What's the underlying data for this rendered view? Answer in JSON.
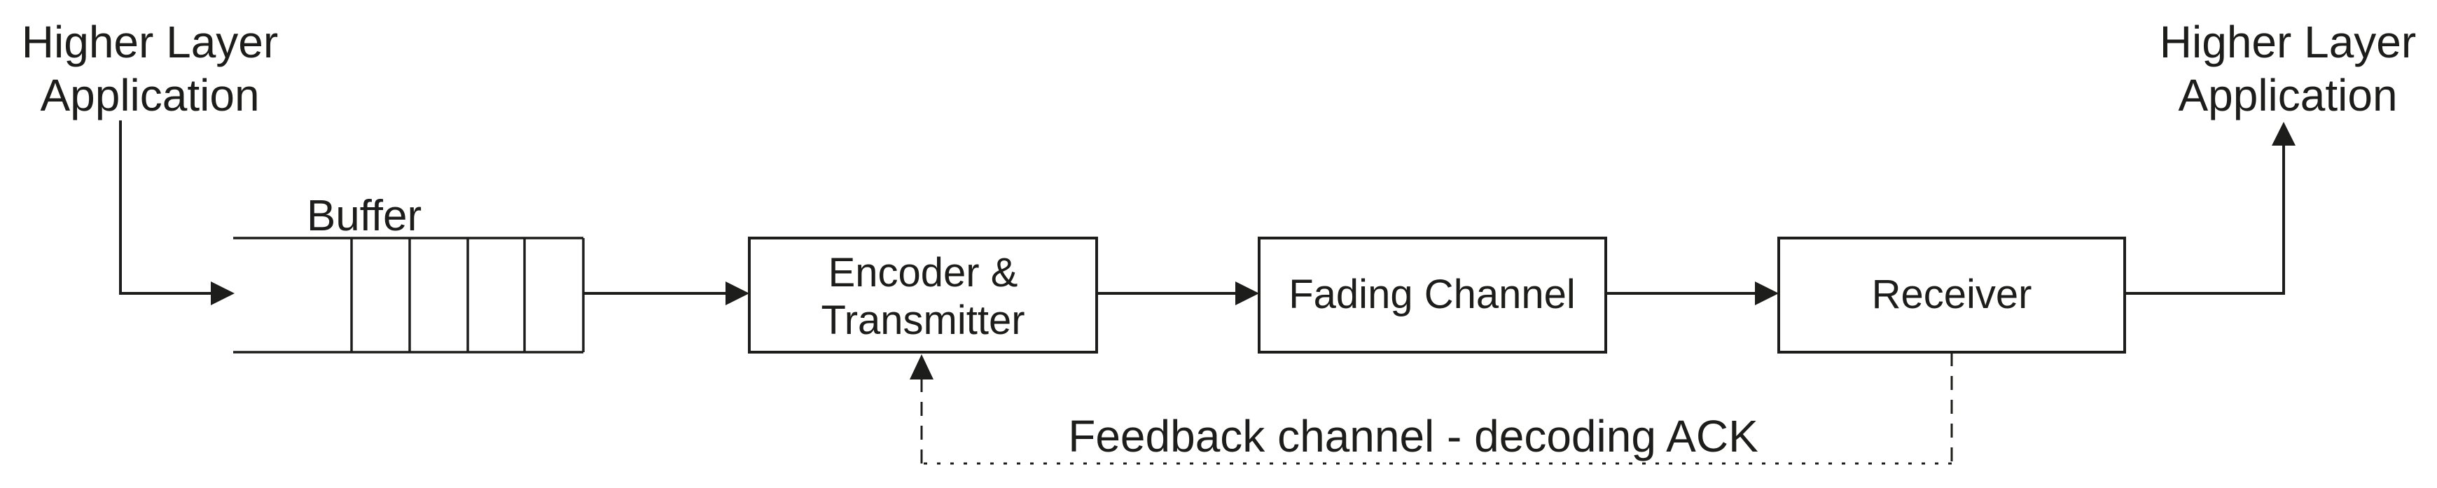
{
  "figure": {
    "background": "#ffffff",
    "ink_color": "#1d1d1b",
    "left_app": {
      "line1": "Higher Layer",
      "line2": "Application"
    },
    "buffer": {
      "label": "Buffer",
      "cell_count": 4
    },
    "encoder": {
      "line1": "Encoder &",
      "line2": "Transmitter"
    },
    "fading_channel": {
      "label": "Fading Channel"
    },
    "receiver": {
      "label": "Receiver"
    },
    "right_app": {
      "line1": "Higher Layer",
      "line2": "Application"
    },
    "feedback": {
      "label": "Feedback channel - decoding ACK"
    }
  }
}
